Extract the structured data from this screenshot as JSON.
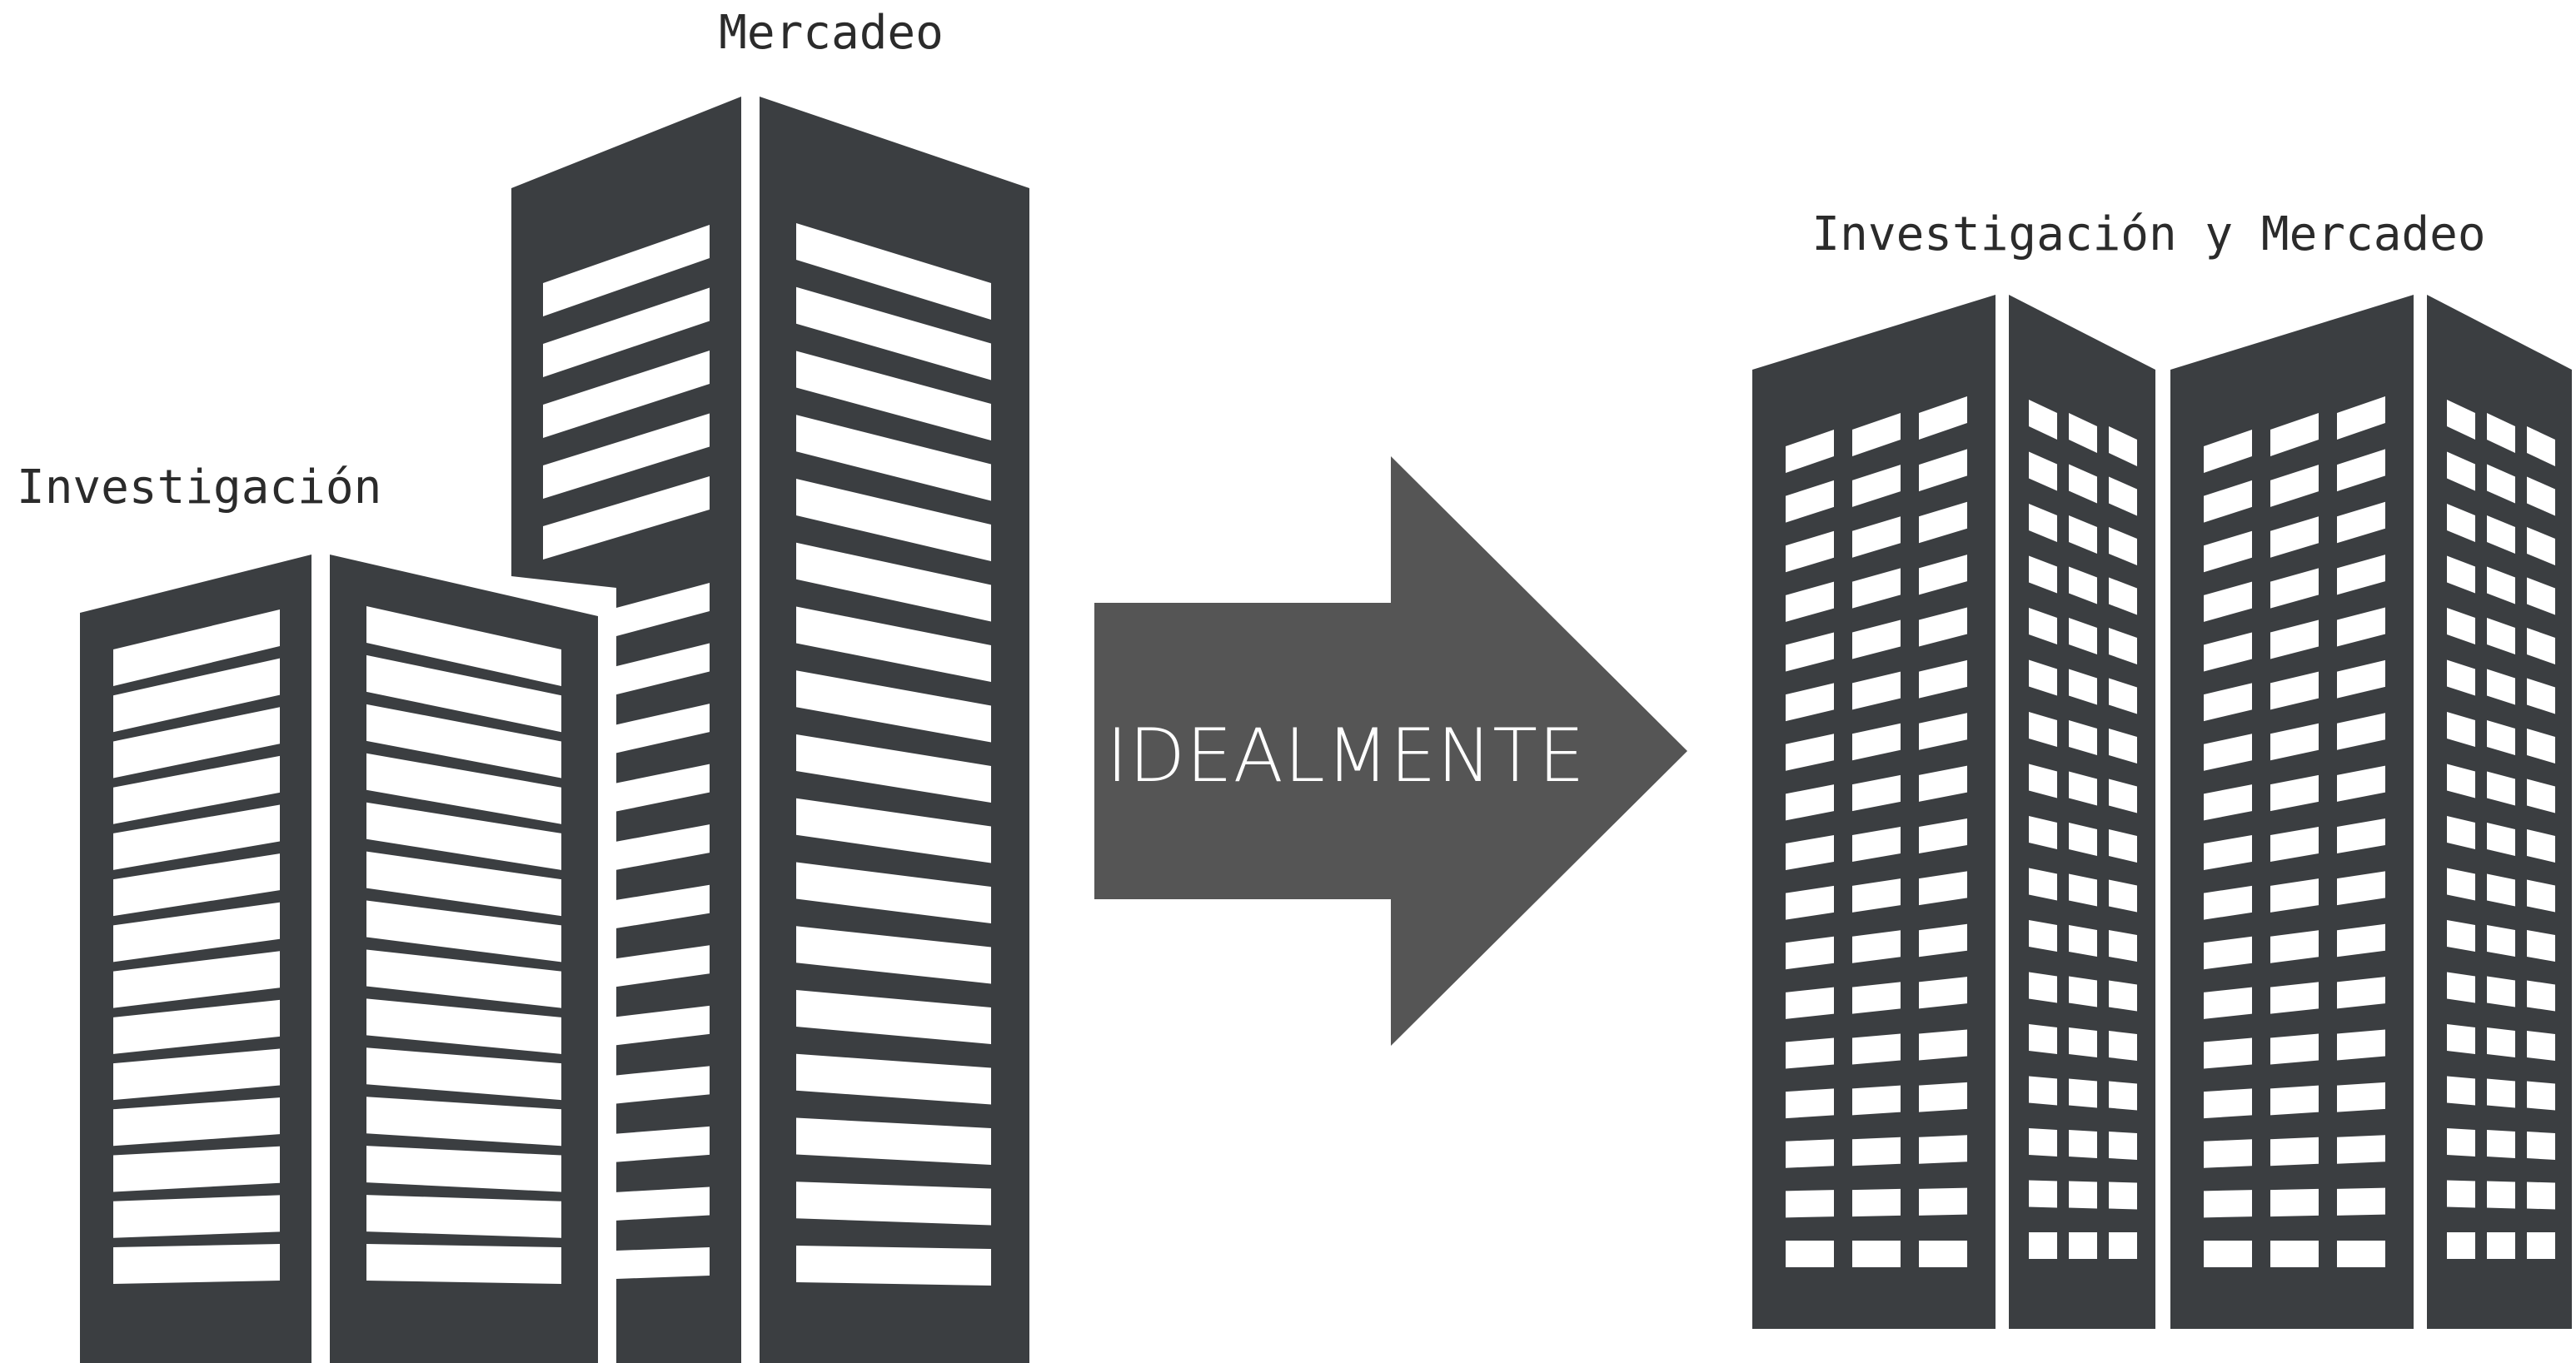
{
  "labels": {
    "mercadeo": "Mercadeo",
    "investigacion": "Investigación",
    "combined": "Investigación y Mercadeo"
  },
  "arrow": {
    "text": "IDEALMENTE"
  },
  "colors": {
    "building": "#3b3e41",
    "arrow": "#555555",
    "window": "#ffffff",
    "text": "#2b2b2b"
  }
}
